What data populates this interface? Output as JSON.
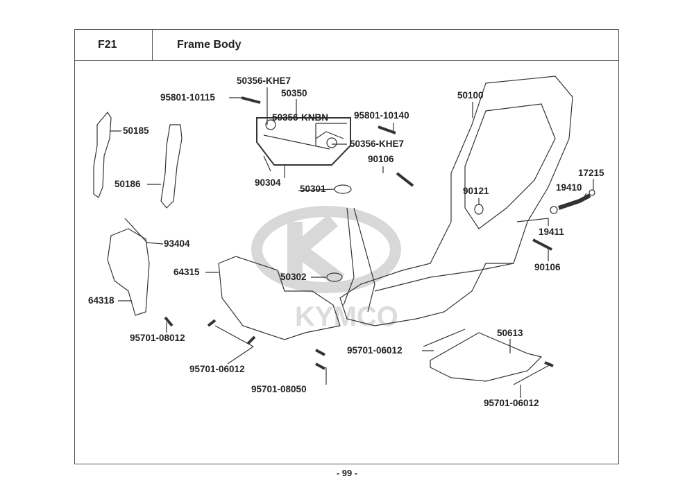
{
  "header": {
    "code": "F21",
    "title": "Frame Body"
  },
  "watermark": "KYMCO",
  "labels": [
    "50356-KHE7",
    "95801-10115",
    "50350",
    "50356-KNBN",
    "95801-10140",
    "50356-KHE7",
    "90106",
    "90304",
    "50301",
    "50185",
    "50186",
    "50100",
    "17215",
    "19410",
    "90121",
    "19411",
    "90106",
    "93404",
    "64315",
    "50302",
    "64318",
    "95701-08012",
    "95701-06012",
    "95701-08050",
    "95701-06012",
    "50613",
    "95701-06012"
  ],
  "page_number": "- 99 -",
  "colors": {
    "line": "#333333",
    "watermark": "#d0d0d0"
  }
}
